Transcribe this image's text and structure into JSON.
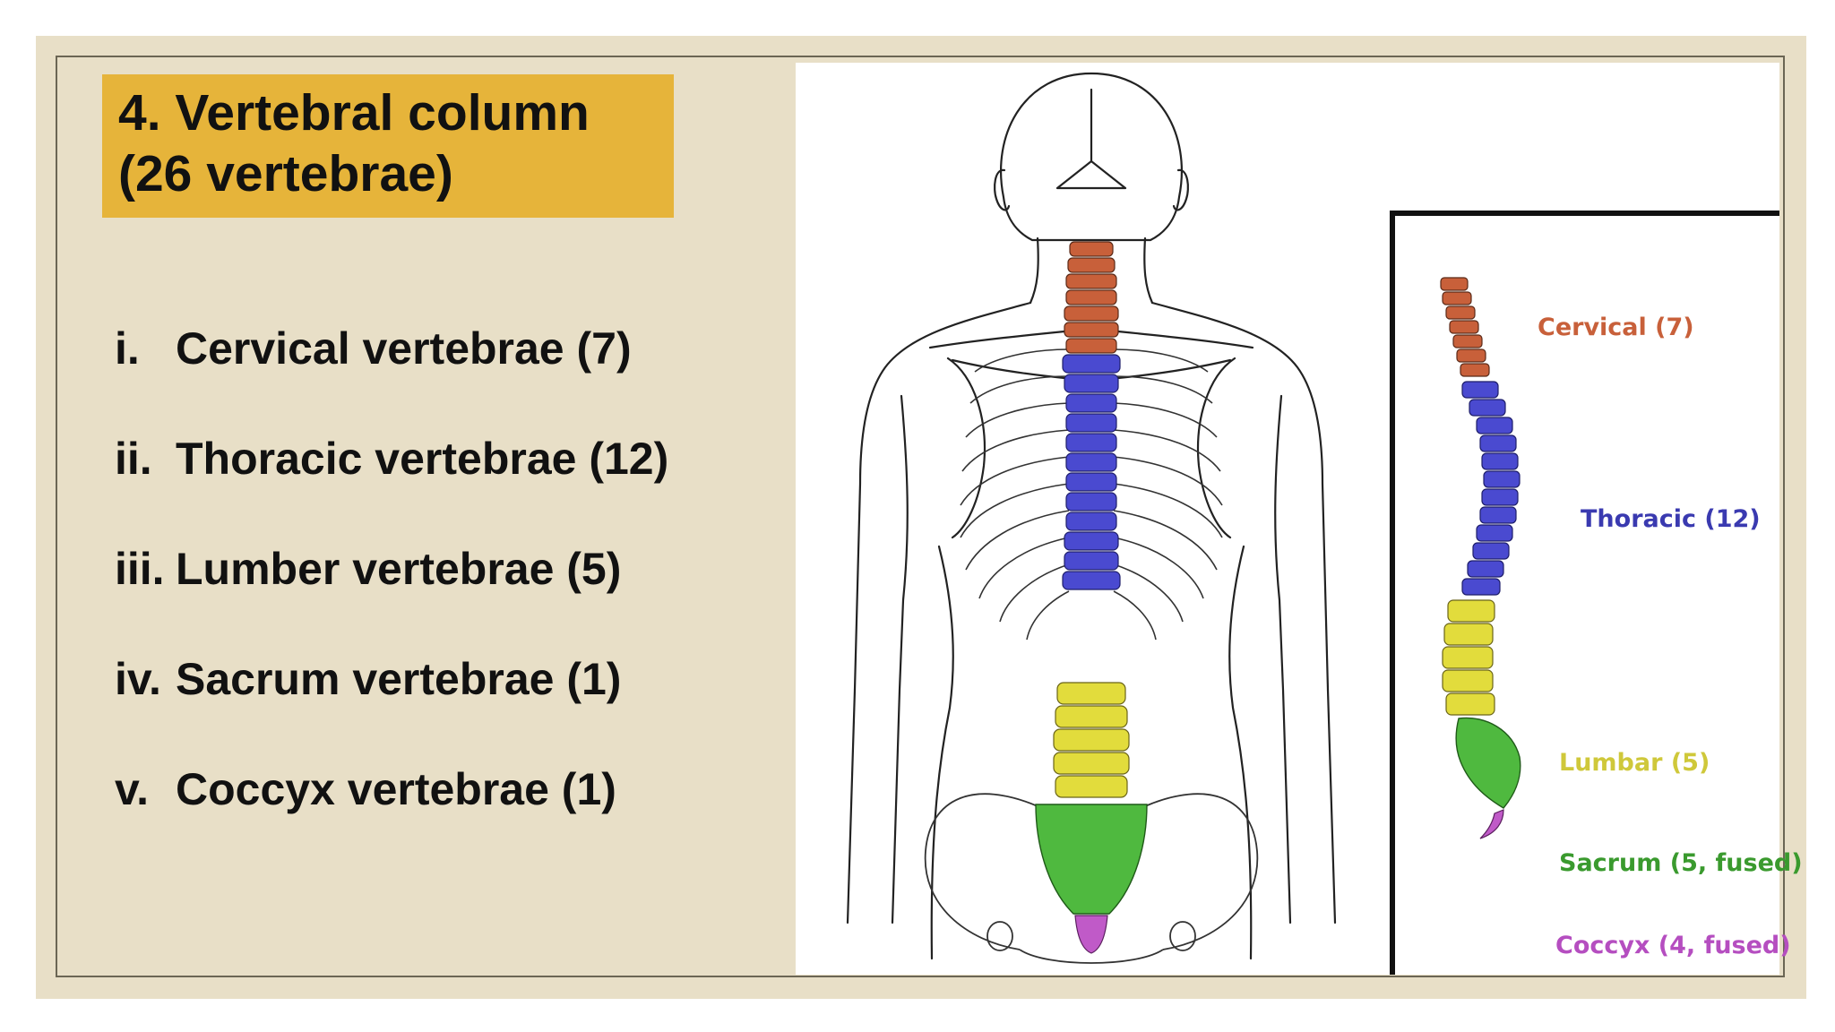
{
  "slide": {
    "title_line1": "4. Vertebral column",
    "title_line2": "(26 vertebrae)",
    "items": [
      {
        "num": "i.",
        "text": "Cervical vertebrae (7)"
      },
      {
        "num": "ii.",
        "text": "Thoracic vertebrae (12)"
      },
      {
        "num": "iii.",
        "text": "Lumber vertebrae (5)"
      },
      {
        "num": "iv.",
        "text": "Sacrum vertebrae (1)"
      },
      {
        "num": "v.",
        "text": "Coccyx vertebrae (1)"
      }
    ]
  },
  "figure": {
    "labels": {
      "cervical": "Cervical (7)",
      "thoracic": "Thoracic (12)",
      "lumbar": "Lumbar (5)",
      "sacrum": "Sacrum (5, fused)",
      "coccyx": "Coccyx (4, fused)"
    },
    "colors": {
      "cervical": "#c8603a",
      "thoracic": "#4a4ad0",
      "lumbar": "#e2dc3c",
      "sacrum": "#4fb93f",
      "coccyx": "#c05ac8",
      "title_bg": "#e6b43a",
      "slide_bg": "#e8dfc7"
    }
  }
}
